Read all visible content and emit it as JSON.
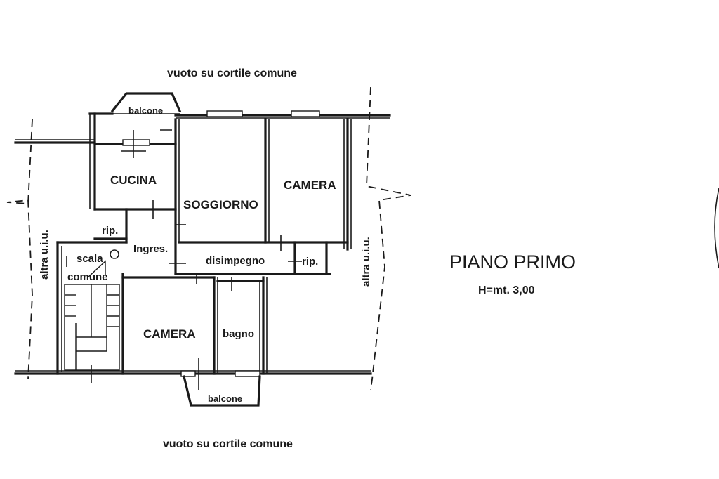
{
  "plan": {
    "top_label": "vuoto su cortile comune",
    "bottom_label": "vuoto su cortile comune",
    "title": "PIANO PRIMO",
    "height_note": "H=mt. 3,00",
    "rooms": {
      "balcone_top": "balcone",
      "cucina": "CUCINA",
      "soggiorno": "SOGGIORNO",
      "camera_top": "CAMERA",
      "rip_left": "rip.",
      "ingres": "Ingres.",
      "disimpegno": "disimpegno",
      "rip_right": "rip.",
      "scala": "scala",
      "comune": "comune",
      "camera_bottom": "CAMERA",
      "bagno": "bagno",
      "balcone_bottom": "balcone"
    },
    "side_left": "altra u.i.u.",
    "side_right": "altra u.i.u."
  },
  "colors": {
    "ink": "#1a1a1a",
    "background": "#ffffff"
  }
}
